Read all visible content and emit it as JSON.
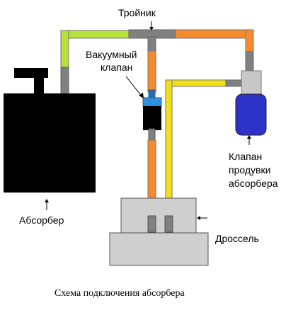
{
  "labels": {
    "tee": "Тройник",
    "vacuum_valve_line1": "Вакуумный",
    "vacuum_valve_line2": "клапан",
    "purge_valve_line1": "Клапан",
    "purge_valve_line2": "продувки",
    "purge_valve_line3": "абсорбера",
    "absorber": "Абсорбер",
    "throttle": "Дроссель"
  },
  "caption": "Схема подключения абсорбера",
  "colors": {
    "hose_yellow_green": "#b6e03a",
    "hose_orange": "#f58a2e",
    "hose_yellow": "#f2e016",
    "fitting_gray": "#808080",
    "absorber_black": "#000000",
    "valve_blue": "#2f8fe3",
    "purge_valve_blue": "#2d33c9",
    "purge_valve_gray": "#c8c8c8",
    "throttle_gray": "#cfcfcf"
  }
}
